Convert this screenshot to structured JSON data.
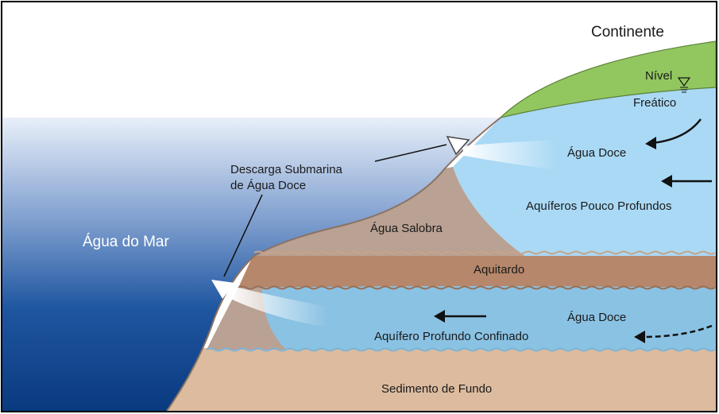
{
  "labels": {
    "continent": "Continente",
    "water_table_line1": "Nível",
    "water_table_line2": "Freático",
    "fresh_water_upper": "Água Doce",
    "shallow_aquifers": "Aquíferos Pouco Profundos",
    "submarine_discharge_line1": "Descarga Submarina",
    "submarine_discharge_line2": "de Água Doce",
    "brackish_water": "Água Salobra",
    "sea_water": "Água do Mar",
    "aquitard": "Aquitardo",
    "fresh_water_lower": "Água Doce",
    "deep_confined_aquifer": "Aquífero Profundo Confinado",
    "bottom_sediment": "Sedimento de Fundo"
  },
  "colors": {
    "sea_deep": "#0a3f86",
    "sea_light": "#dfe9f6",
    "land_green": "#92c760",
    "fresh_water": "#a9d9f5",
    "deep_aquifer": "#8ac2e3",
    "brackish": "#b9a193",
    "aquitard": "#b6876a",
    "sediment": "#dcbb9e"
  }
}
